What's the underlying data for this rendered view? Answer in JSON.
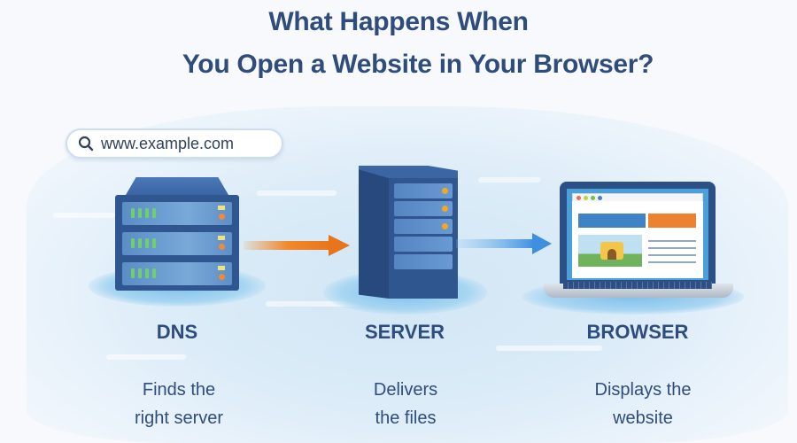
{
  "title": {
    "line1": "What Happens When",
    "line2": "You Open a Website in Your Browser?"
  },
  "search": {
    "icon": "search-icon",
    "value": "www.example.com"
  },
  "steps": [
    {
      "label": "DNS",
      "desc_line1": "Finds the",
      "desc_line2": "right server",
      "icon": "server-rack-icon"
    },
    {
      "label": "SERVER",
      "desc_line1": "Delivers",
      "desc_line2": "the files",
      "icon": "server-tower-icon"
    },
    {
      "label": "BROWSER",
      "desc_line1": "Displays the",
      "desc_line2": "website",
      "icon": "laptop-icon"
    }
  ],
  "arrows": [
    {
      "from": "DNS",
      "to": "SERVER",
      "color": "#f08a2c"
    },
    {
      "from": "SERVER",
      "to": "BROWSER",
      "color": "#3f8fe0"
    }
  ],
  "colors": {
    "title": "#2f4d7c",
    "server_body": "#2f568f",
    "accent_orange": "#f08a2c",
    "accent_blue": "#3f8fe0"
  }
}
